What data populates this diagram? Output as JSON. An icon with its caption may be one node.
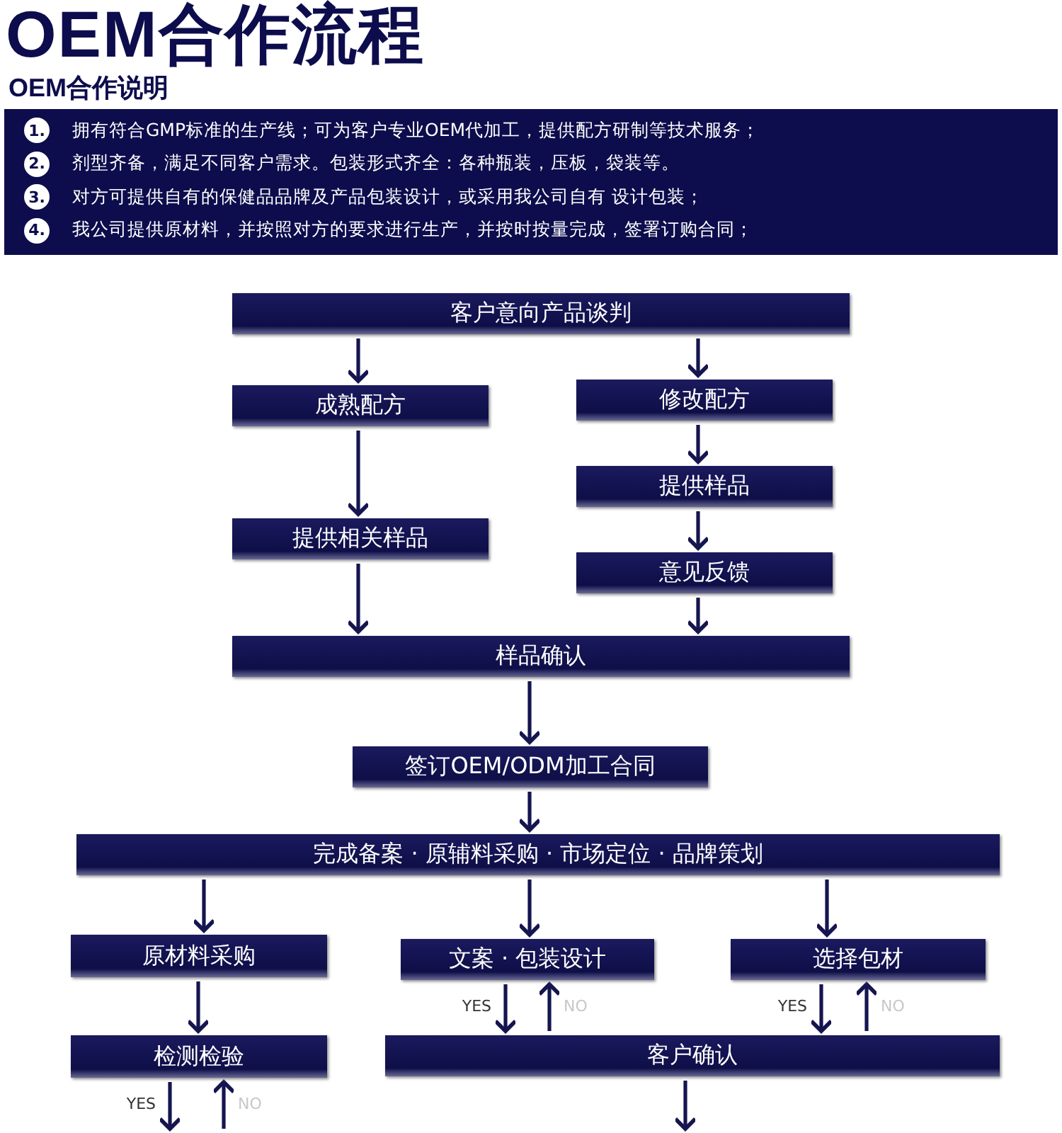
{
  "diagram": {
    "title": "OEM合作流程",
    "labels": [
      "OEM合作说明"
    ],
    "nodes": [
      {
        "text": [
          "1.",
          "拥有符合GMP标准的生产线；可为客户专业OEM代加工，提供配方研制等技术服务；",
          "2.",
          "剂型齐备，满足不同客户需求。包装形式齐全：各种瓶装，压板，袋装等。",
          "3.",
          "对方可提供自有的保健品品牌及产品包装设计，或采用我公司自有 设计包装；",
          "4.",
          "我公司提供原材料，并按照对方的要求进行生产，并按时按量完成，签署订购合同；"
        ]
      },
      {
        "text": [
          "客户意向产品谈判"
        ]
      },
      {
        "text": [
          "成熟配方"
        ]
      },
      {
        "text": [
          "修改配方"
        ]
      },
      {
        "text": [
          "提供样品"
        ]
      },
      {
        "text": [
          "提供相关样品"
        ]
      },
      {
        "text": [
          "意见反馈"
        ]
      },
      {
        "text": [
          "样品确认"
        ]
      },
      {
        "text": [
          "签订OEM/ODM加工合同"
        ]
      },
      {
        "text": [
          "完成备案 · 原辅料采购 · 市场定位 · 品牌策划"
        ]
      },
      {
        "text": [
          "原材料采购"
        ]
      },
      {
        "text": [
          "文案 · 包装设计"
        ]
      },
      {
        "text": [
          "选择包材"
        ]
      },
      {
        "text": [
          "检测检验"
        ]
      },
      {
        "text": [
          "客户确认"
        ]
      }
    ],
    "edges": [
      {
        "from": 1,
        "to": 2,
        "arrow": "to"
      },
      {
        "from": 1,
        "to": 3,
        "arrow": "to"
      },
      {
        "from": 2,
        "to": 5,
        "arrow": "to"
      },
      {
        "from": 3,
        "to": 4,
        "arrow": "to"
      },
      {
        "from": 4,
        "to": 6,
        "arrow": "to"
      },
      {
        "from": 5,
        "to": 7,
        "arrow": "to"
      },
      {
        "from": 6,
        "to": 7,
        "arrow": "to"
      },
      {
        "from": 7,
        "to": 8,
        "arrow": "to"
      },
      {
        "from": 8,
        "to": 9,
        "arrow": "to"
      },
      {
        "from": 9,
        "to": 10,
        "arrow": "to"
      },
      {
        "from": 9,
        "to": 11,
        "arrow": "to"
      },
      {
        "from": 9,
        "to": 12,
        "arrow": "to"
      },
      {
        "from": 10,
        "to": 13,
        "arrow": "to"
      },
      {
        "from": 11,
        "to": 14,
        "arrow": "to",
        "label": "YES"
      },
      {
        "from": 14,
        "to": 11,
        "arrow": "to",
        "label": "NO"
      },
      {
        "from": 12,
        "to": 14,
        "arrow": "to",
        "label": "YES"
      },
      {
        "from": 14,
        "to": 12,
        "arrow": "to",
        "label": "NO"
      },
      {
        "from": 13,
        "to": null,
        "arrow": "to",
        "label": "YES"
      },
      {
        "from": null,
        "to": 13,
        "arrow": "to",
        "label": "NO"
      },
      {
        "from": 14,
        "to": null,
        "arrow": "to"
      }
    ]
  }
}
